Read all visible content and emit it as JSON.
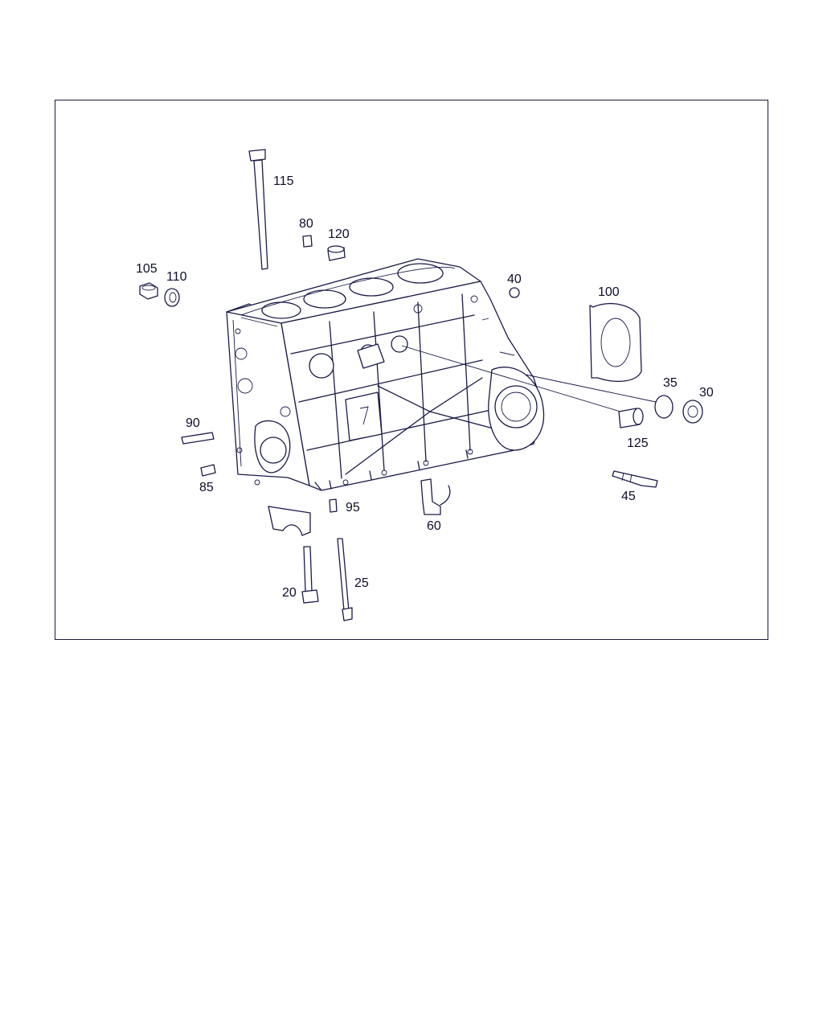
{
  "diagram": {
    "callouts": [
      {
        "id": "115",
        "text": "115"
      },
      {
        "id": "80",
        "text": "80"
      },
      {
        "id": "120",
        "text": "120"
      },
      {
        "id": "105",
        "text": "105"
      },
      {
        "id": "110",
        "text": "110"
      },
      {
        "id": "40",
        "text": "40"
      },
      {
        "id": "100",
        "text": "100"
      },
      {
        "id": "35",
        "text": "35"
      },
      {
        "id": "30",
        "text": "30"
      },
      {
        "id": "90",
        "text": "90"
      },
      {
        "id": "125",
        "text": "125"
      },
      {
        "id": "85",
        "text": "85"
      },
      {
        "id": "45",
        "text": "45"
      },
      {
        "id": "95",
        "text": "95"
      },
      {
        "id": "60",
        "text": "60"
      },
      {
        "id": "20",
        "text": "20"
      },
      {
        "id": "25",
        "text": "25"
      }
    ],
    "colors": {
      "line": "#1a1a4a",
      "text": "#0d0d2e",
      "background": "#ffffff"
    }
  }
}
